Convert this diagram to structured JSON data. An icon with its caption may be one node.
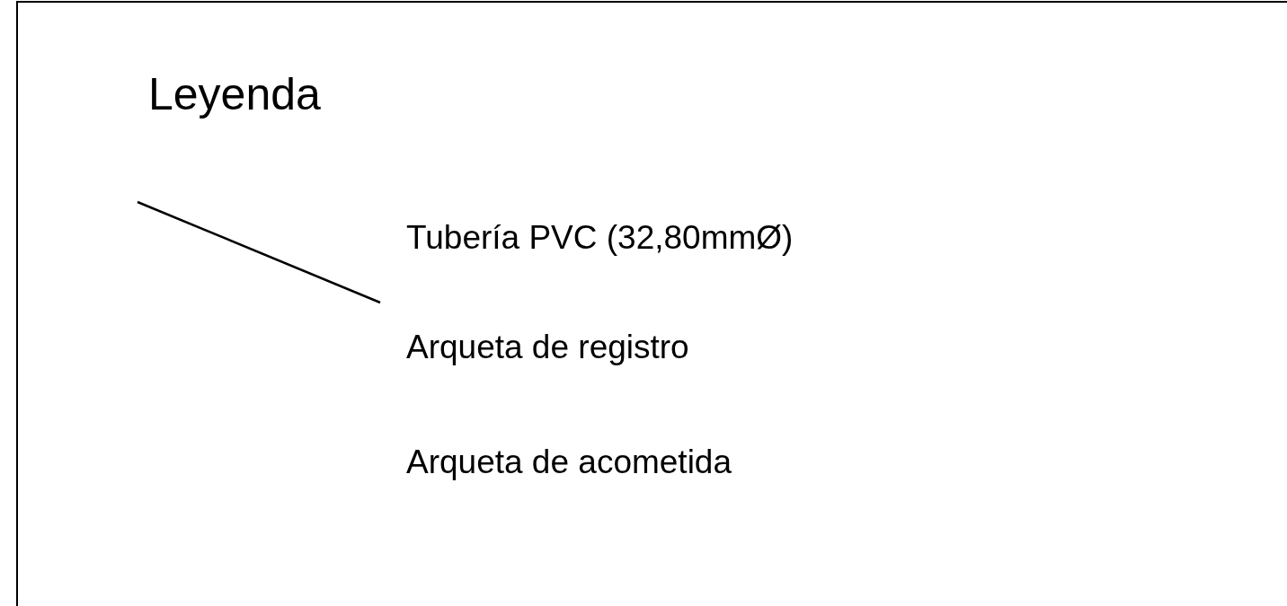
{
  "diagram": {
    "title": "Leyenda",
    "legend": [
      {
        "text": "Tubería PVC (32,80mmØ)"
      },
      {
        "text": "Arqueta de registro"
      },
      {
        "text": "Arqueta de acometida"
      }
    ]
  }
}
